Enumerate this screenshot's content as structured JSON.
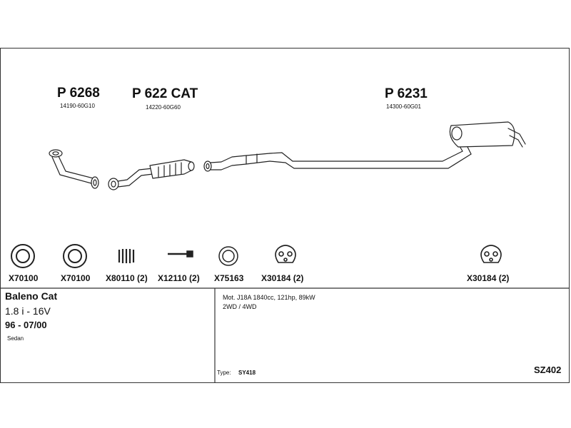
{
  "parts": {
    "p1": {
      "number": "P 6268",
      "oem": "14190-60G10"
    },
    "p2": {
      "number": "P 622 CAT",
      "oem": "14220-60G60"
    },
    "p3": {
      "number": "P 6231",
      "oem": "14300-60G01"
    }
  },
  "accessories": [
    {
      "code": "X70100",
      "icon": "gasket-ring-icon"
    },
    {
      "code": "X70100",
      "icon": "gasket-ring-icon"
    },
    {
      "code": "X80110 (2)",
      "icon": "spring-icon"
    },
    {
      "code": "X12110 (2)",
      "icon": "bolt-icon"
    },
    {
      "code": "X75163",
      "icon": "sealing-ring-icon"
    },
    {
      "code": "X30184 (2)",
      "icon": "rubber-hanger-icon"
    },
    {
      "code": "X30184 (2)",
      "icon": "rubber-hanger-icon"
    }
  ],
  "vehicle": {
    "model": "Baleno Cat",
    "engine": "1.8 i - 16V",
    "years": "96 - 07/00",
    "body": "Sedan"
  },
  "specs": {
    "motor": "Mot. J18A 1840cc, 121hp, 89kW",
    "drive": "2WD / 4WD",
    "type_label": "Type:",
    "type_value": "SY418"
  },
  "diagram_code": "SZ402"
}
